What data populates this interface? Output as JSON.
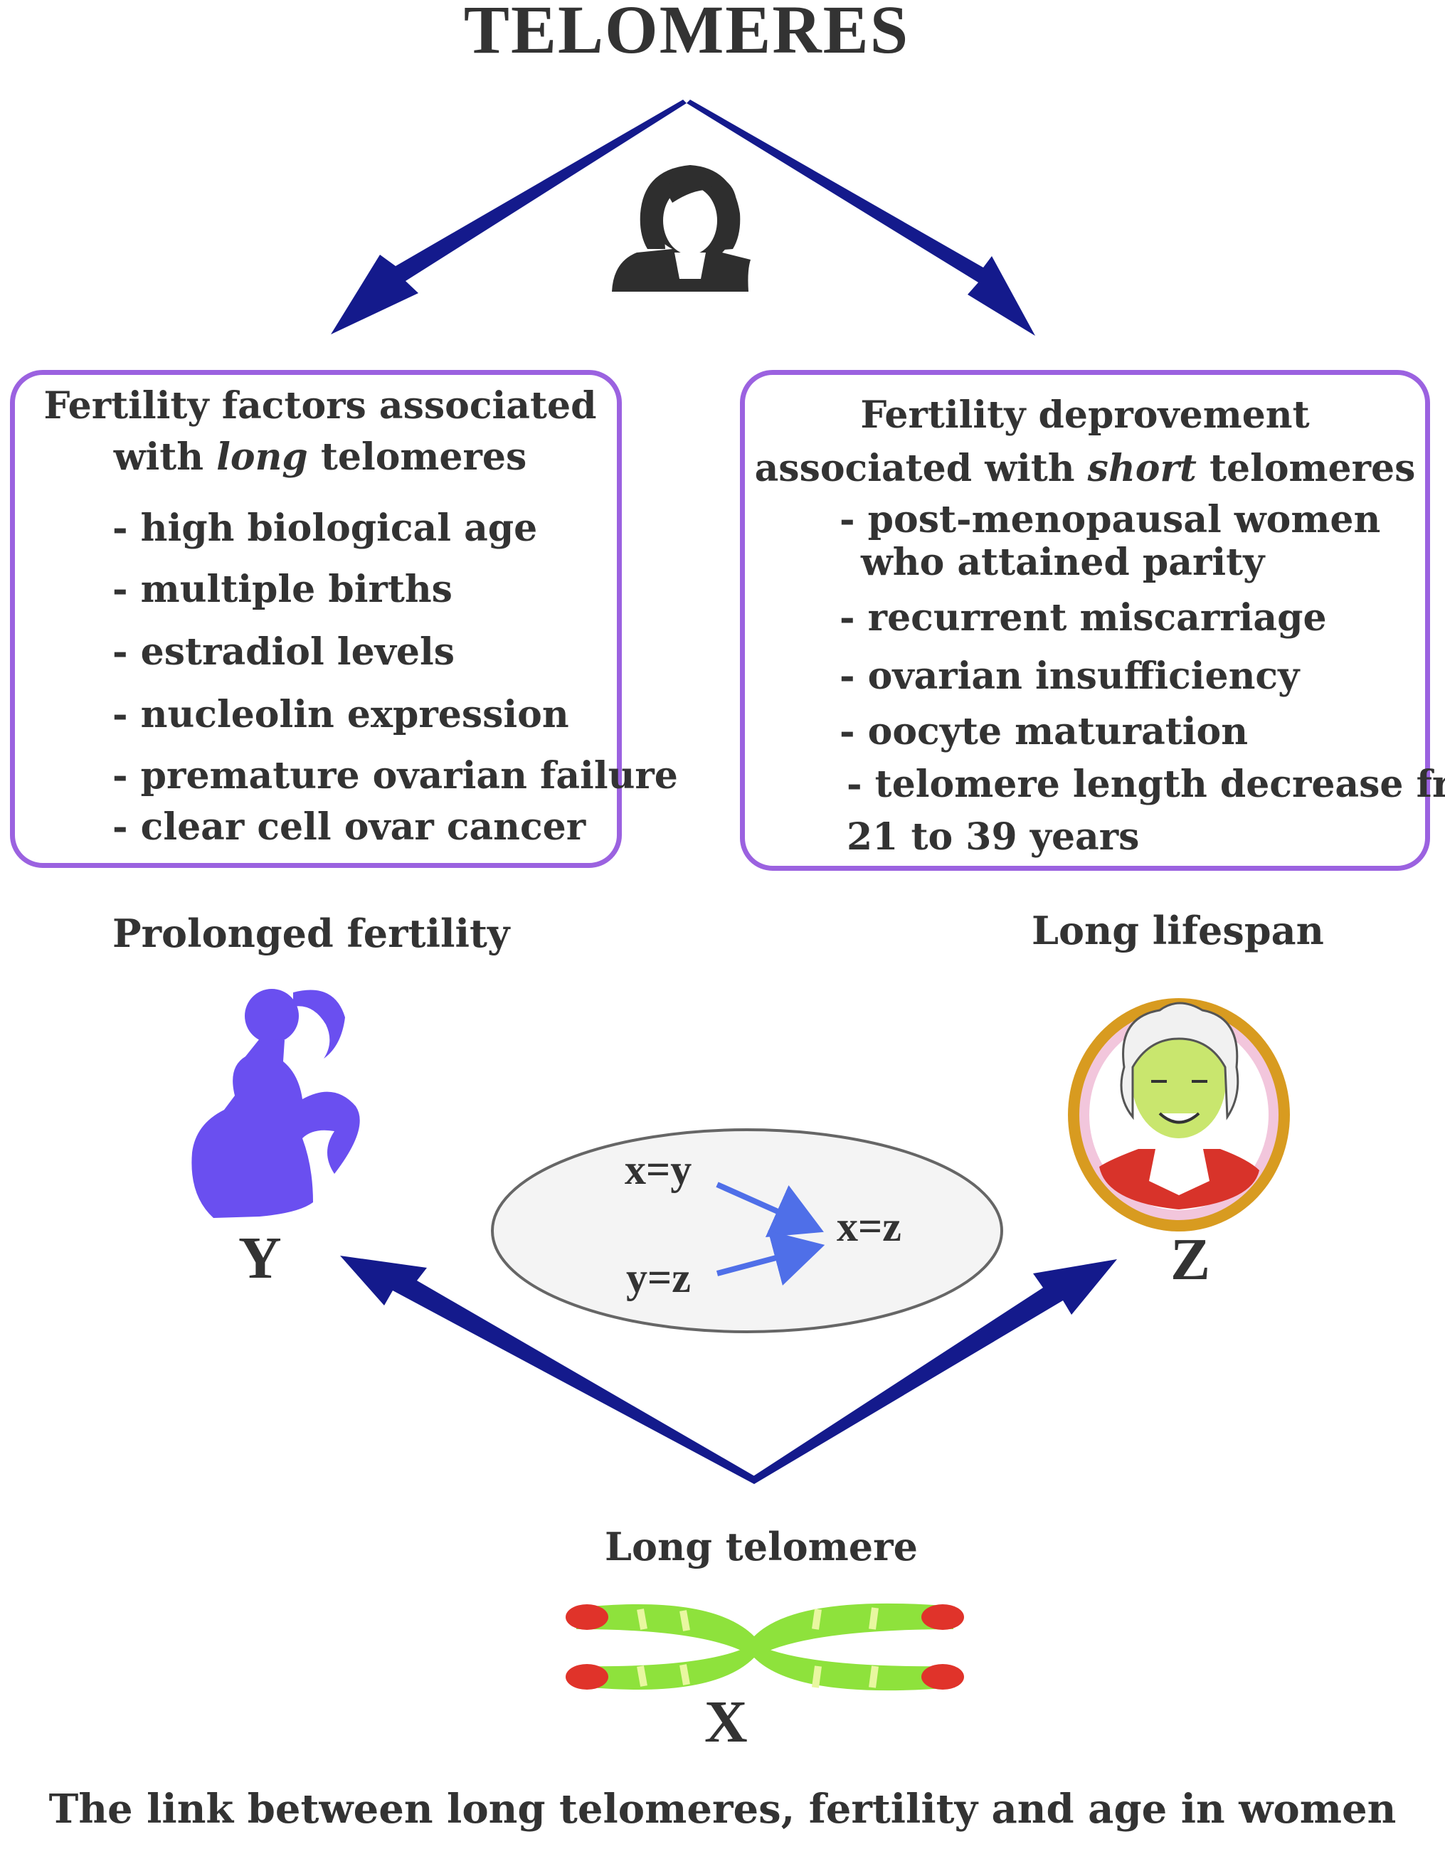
{
  "title": "TELOMERES",
  "left_box": {
    "heading_line1": "Fertility factors associated",
    "heading_line2_pre": "with ",
    "heading_line2_em": "long",
    "heading_line2_post": " telomeres",
    "items": [
      "- high biological age",
      "- multiple births",
      "- estradiol levels",
      "- nucleolin expression",
      "- premature ovarian failure",
      "- clear cell ovar cancer"
    ]
  },
  "right_box": {
    "heading_line1": "Fertility deprovement",
    "heading_line2_pre": "associated with ",
    "heading_line2_em": "short",
    "heading_line2_post": " telomeres",
    "items": [
      "- post-menopausal women",
      "who attained parity",
      "- recurrent miscarriage",
      "- ovarian insufficiency",
      "- oocyte maturation",
      "- telomere length decrease from",
      "21 to 39 years"
    ]
  },
  "nodes": {
    "y_caption": "Prolonged fertility",
    "y_letter": "Y",
    "z_caption": "Long lifespan",
    "z_letter": "Z",
    "x_caption": "Long telomere",
    "x_letter": "X"
  },
  "equations": {
    "xy": "x=y",
    "yz": "y=z",
    "xz": "x=z"
  },
  "footer": "The link between long telomeres, fertility and age in women",
  "colors": {
    "arrow": "#141a8c",
    "box_border": "#9b62e0",
    "silhouette": "#6a4ff0",
    "chromosome": "#8ee23c",
    "telomere_tip": "#e0332a",
    "eq_arrow": "#4f6fe8",
    "frame": "#d89b20"
  }
}
